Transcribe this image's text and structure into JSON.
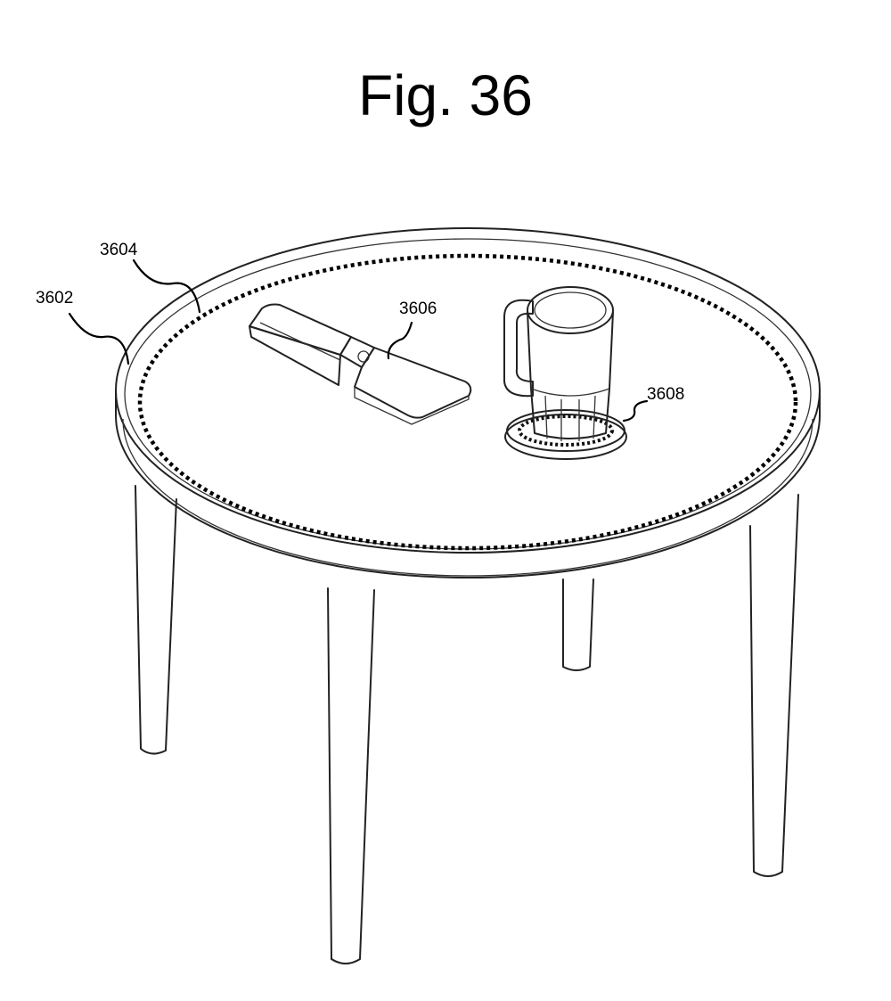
{
  "figure": {
    "title": "Fig. 36"
  },
  "labels": {
    "table_outer": "3602",
    "charging_region": "3604",
    "phone_device": "3606",
    "mug_device": "3608"
  }
}
